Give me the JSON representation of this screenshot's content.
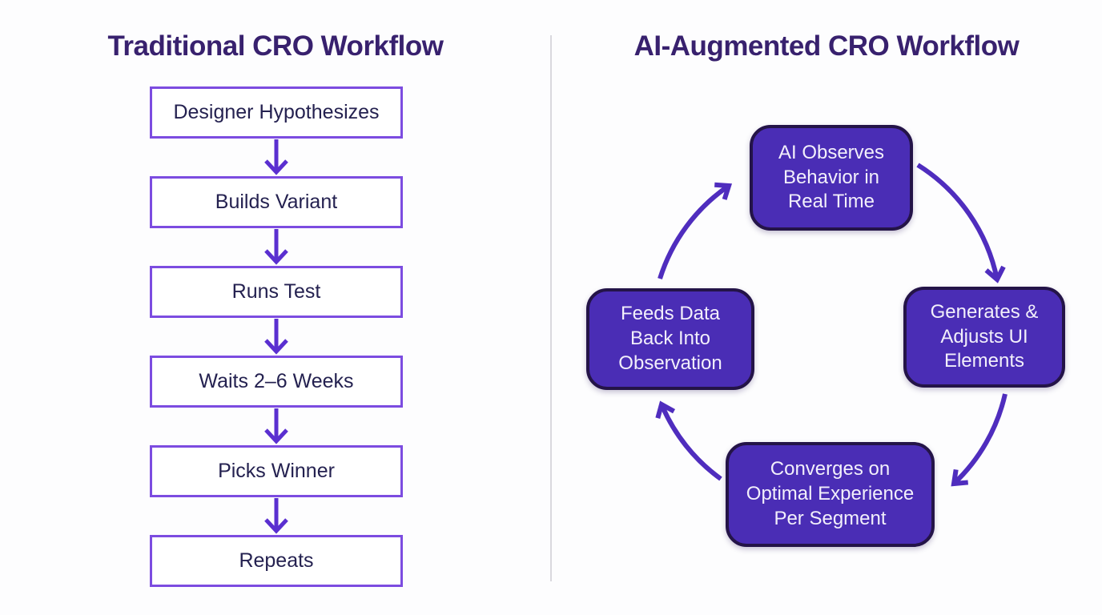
{
  "colors": {
    "background": "#fdfdfe",
    "title": "#38216e",
    "flow-box-border": "#7c4ce0",
    "flow-box-text": "#242150",
    "flow-arrow": "#5a2fd0",
    "cycle-box-fill": "#4a2db5",
    "cycle-box-border": "#241448",
    "cycle-box-text": "#f2effb",
    "cycle-arrow": "#4f2dbe",
    "divider": "#d9d8de"
  },
  "left_panel": {
    "title": "Traditional CRO Workflow",
    "steps": [
      "Designer Hypothesizes",
      "Builds Variant",
      "Runs Test",
      "Waits 2–6 Weeks",
      "Picks Winner",
      "Repeats"
    ]
  },
  "right_panel": {
    "title": "AI-Augmented CRO Workflow",
    "cycle_steps": [
      {
        "position": "top",
        "label": "AI Observes Behavior in Real Time"
      },
      {
        "position": "right",
        "label": "Generates & Adjusts UI Elements"
      },
      {
        "position": "bottom",
        "label": "Converges on Optimal Experience Per Segment"
      },
      {
        "position": "left",
        "label": "Feeds Data Back Into Observation"
      }
    ],
    "cycle_direction": "clockwise"
  }
}
